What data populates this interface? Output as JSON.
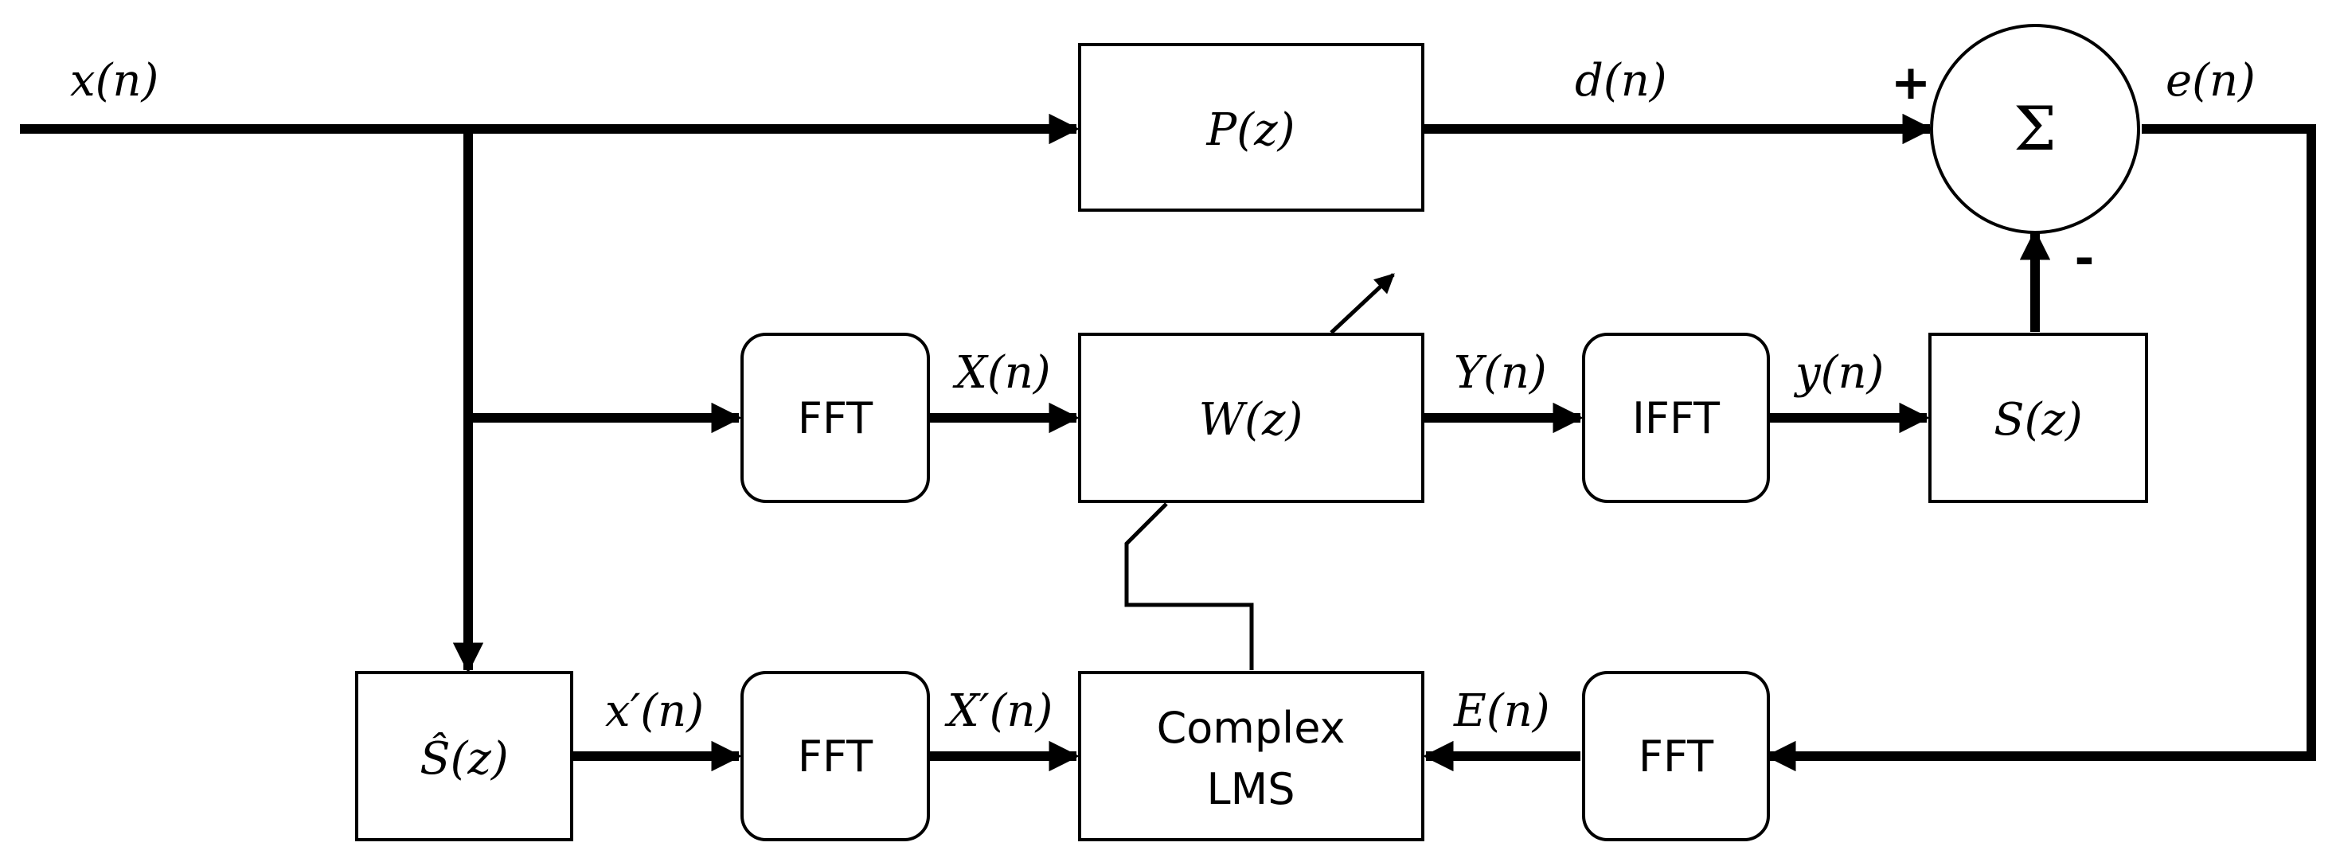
{
  "blocks": {
    "primary_path": "P(z)",
    "adaptive_filter": "W(z)",
    "secondary_path": "S(z)",
    "secondary_path_estimate": "Ŝ(z)",
    "fft_reference": "FFT",
    "fft_filtered_reference": "FFT",
    "fft_error": "FFT",
    "ifft": "IFFT",
    "complex_lms_line1": "Complex",
    "complex_lms_line2": "LMS",
    "summing_junction": "Σ"
  },
  "signals": {
    "input": "x(n)",
    "desired": "d(n)",
    "error": "e(n)",
    "freq_input": "X(n)",
    "freq_output": "Y(n)",
    "time_output": "y(n)",
    "filtered_reference": "x′(n)",
    "freq_filtered_reference": "X′(n)",
    "freq_error": "E(n)"
  },
  "signs": {
    "plus": "+",
    "minus": "-"
  }
}
